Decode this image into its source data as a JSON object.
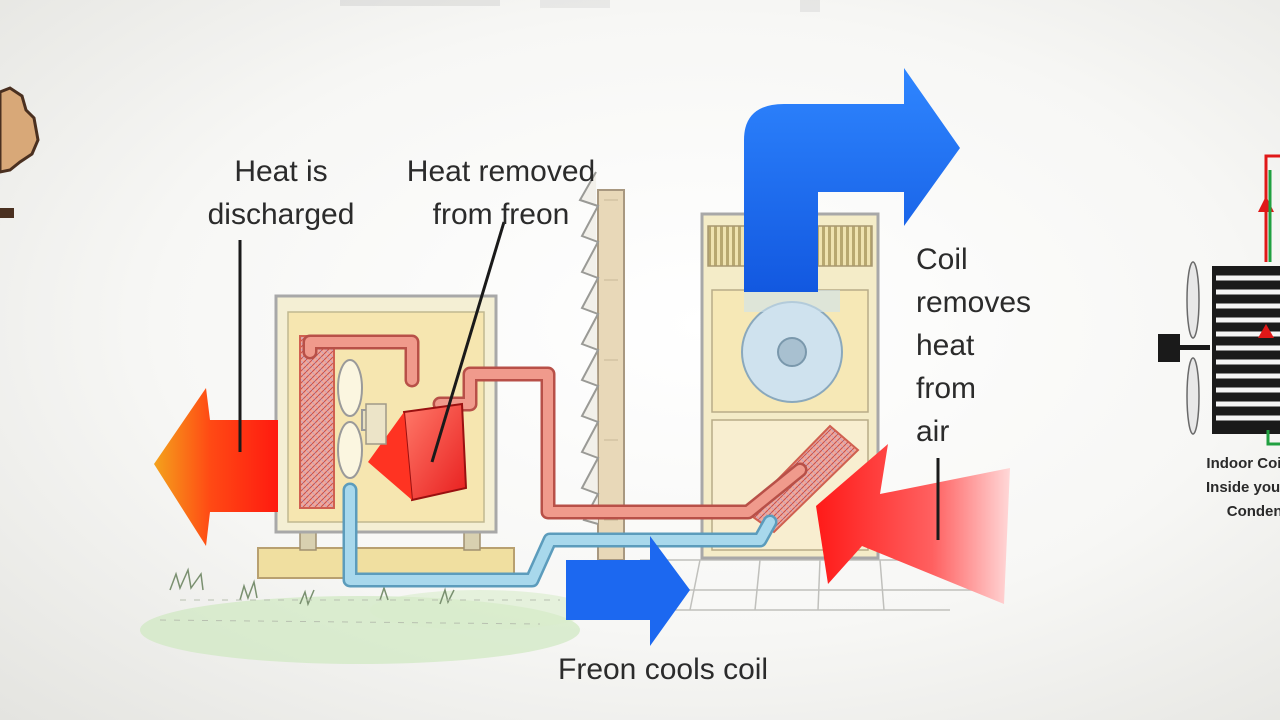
{
  "labels": {
    "heat_discharged": [
      "Heat is",
      "discharged"
    ],
    "heat_removed": [
      "Heat removed",
      "from freon"
    ],
    "coil_removes": [
      "Coil",
      "removes",
      "heat",
      "from",
      "air"
    ],
    "freon_cools": "Freon cools coil"
  },
  "side_panel": {
    "lines": [
      "Indoor Coil",
      "Inside your",
      "Condense"
    ]
  },
  "colors": {
    "hot": "#ff2a10",
    "cold": "#1e6ef0",
    "hot_pipe": "#e8887c",
    "cold_pipe": "#9fd0e6",
    "cabinet": "#f2ecc0"
  }
}
